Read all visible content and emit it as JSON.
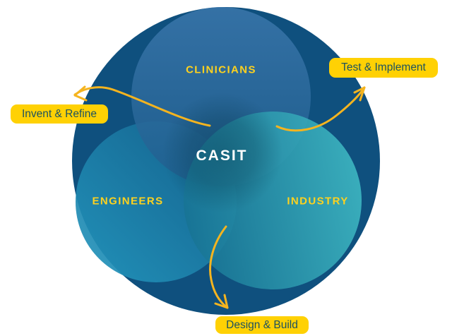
{
  "diagram": {
    "center_label": "CASIT",
    "groups": [
      {
        "id": "clinicians",
        "label": "CLINICIANS"
      },
      {
        "id": "engineers",
        "label": "ENGINEERS"
      },
      {
        "id": "industry",
        "label": "INDUSTRY"
      }
    ],
    "process_tags": [
      {
        "id": "invent",
        "label": "Invent & Refine"
      },
      {
        "id": "test",
        "label": "Test & Implement"
      },
      {
        "id": "design",
        "label": "Design & Build"
      }
    ],
    "colors": {
      "outer_circle": "#0F507E",
      "clinicians_top": "#3B77AC",
      "clinicians_bottom": "#1F5E8E",
      "engineers_light": "#1F89B0",
      "engineers_dark": "#14618D",
      "industry_dark": "#177394",
      "industry_light": "#3FBAC4",
      "label_yellow": "#FFD21E",
      "tag_background": "#FFD104",
      "tag_text": "#1C5260",
      "arrow": "#F5B41F",
      "center_text": "#FFFFFF"
    }
  }
}
